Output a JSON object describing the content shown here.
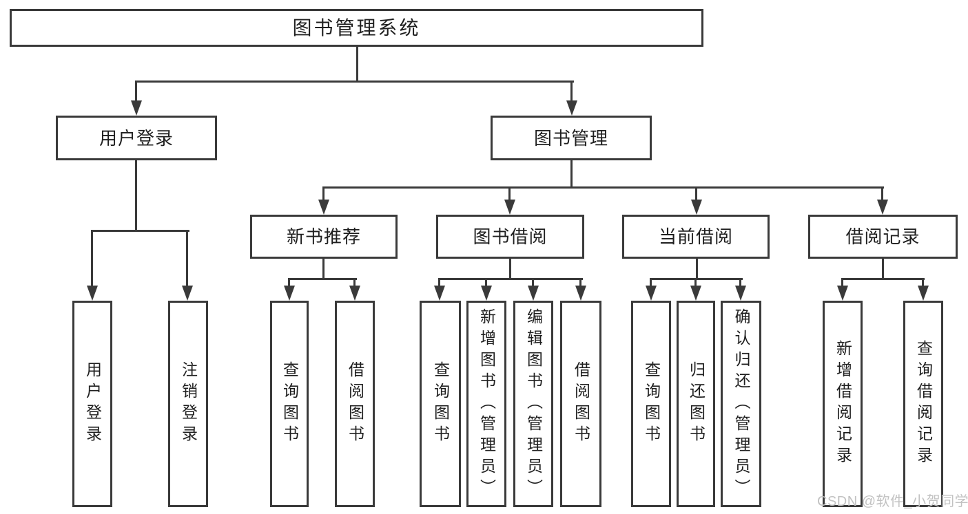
{
  "tree": {
    "root": {
      "label": "图书管理系统"
    },
    "branches": [
      {
        "label": "用户登录",
        "children": [
          {
            "label": "用户登录"
          },
          {
            "label": "注销登录"
          }
        ]
      },
      {
        "label": "图书管理",
        "children": [
          {
            "label": "新书推荐",
            "children": [
              {
                "label": "查询图书"
              },
              {
                "label": "借阅图书"
              }
            ]
          },
          {
            "label": "图书借阅",
            "children": [
              {
                "label": "查询图书"
              },
              {
                "label": "新增图书（管理员）"
              },
              {
                "label": "编辑图书（管理员）"
              },
              {
                "label": "借阅图书"
              }
            ]
          },
          {
            "label": "当前借阅",
            "children": [
              {
                "label": "查询图书"
              },
              {
                "label": "归还图书"
              },
              {
                "label": "确认归还（管理员）"
              }
            ]
          },
          {
            "label": "借阅记录",
            "children": [
              {
                "label": "新增借阅记录"
              },
              {
                "label": "查询借阅记录"
              }
            ]
          }
        ]
      }
    ]
  },
  "watermark": {
    "text": "CSDN @软件_小贺同学"
  },
  "colors": {
    "line": "#3a3a3a",
    "text": "#1f1f1f",
    "watermark": "#c2c2c2",
    "background": "#ffffff"
  }
}
